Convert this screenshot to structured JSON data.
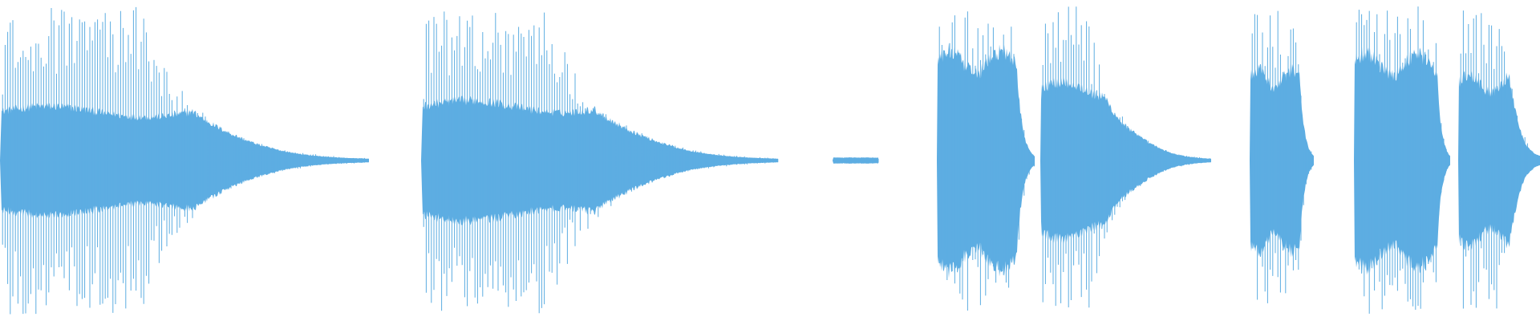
{
  "colors": {
    "waveform": "#5dade2",
    "background": "#ffffff"
  },
  "chart_data": {
    "type": "line",
    "xlim": [
      0,
      1920
    ],
    "ylim": [
      -1,
      1
    ],
    "series": [
      {
        "clips": [
          {
            "start": 0,
            "end": 460,
            "peak": 0.98,
            "sustain": 0.38,
            "decay": "long",
            "fade_start": 0.38
          },
          {
            "start": 525,
            "end": 970,
            "peak": 0.98,
            "sustain": 0.42,
            "decay": "long",
            "fade_start": 0.35
          },
          {
            "start": 1038,
            "end": 1095,
            "peak": 0.02,
            "sustain": 0.02,
            "decay": "flat",
            "fade_start": 1.0
          },
          {
            "start": 1168,
            "end": 1290,
            "peak": 0.96,
            "sustain": 0.78,
            "decay": "short",
            "fade_start": 0.8
          },
          {
            "start": 1297,
            "end": 1510,
            "peak": 0.98,
            "sustain": 0.55,
            "decay": "long",
            "fade_start": 0.28
          },
          {
            "start": 1558,
            "end": 1638,
            "peak": 0.96,
            "sustain": 0.65,
            "decay": "short",
            "fade_start": 0.75
          },
          {
            "start": 1688,
            "end": 1808,
            "peak": 0.98,
            "sustain": 0.75,
            "decay": "short",
            "fade_start": 0.85
          },
          {
            "start": 1818,
            "end": 1920,
            "peak": 0.98,
            "sustain": 0.6,
            "decay": "short",
            "fade_start": 0.55
          }
        ]
      }
    ]
  }
}
